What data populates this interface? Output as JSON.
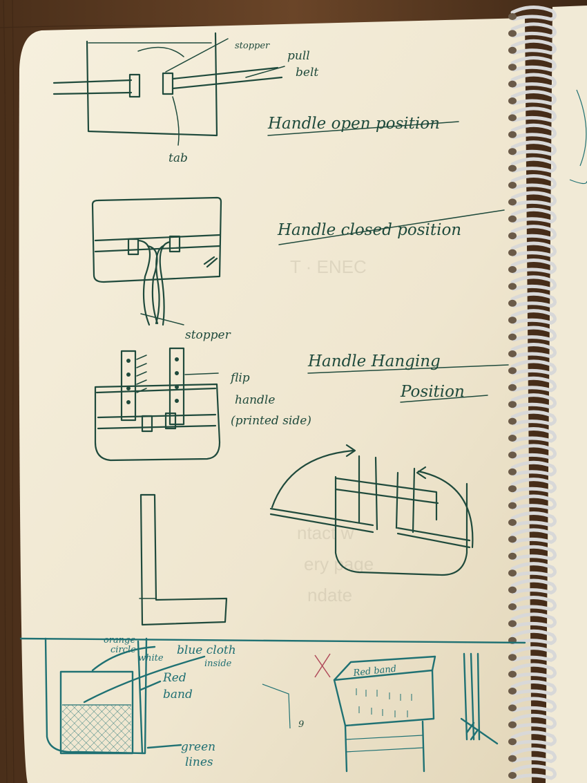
{
  "labels": {
    "stopper_top": "stopper",
    "pull_belt_1": "pull",
    "pull_belt_2": "belt",
    "tab": "tab",
    "handle_open": "Handle open position",
    "handle_closed": "Handle closed position",
    "stopper_mid": "stopper",
    "handle_hanging_1": "Handle Hanging",
    "handle_hanging_2": "Position",
    "flip_handle_1": "flip",
    "flip_handle_2": "handle",
    "flip_handle_3": "(printed side)",
    "orange_1": "orange",
    "orange_2": "circle",
    "orange_3": "white",
    "blue_cloth_1": "blue cloth",
    "blue_cloth_2": "inside",
    "red_band_left_1": "Red",
    "red_band_left_2": "band",
    "green_lines_1": "green",
    "green_lines_2": "lines",
    "red_band_right": "Red band",
    "mark_number": "9"
  },
  "colors": {
    "ink": "#1f4a3c",
    "teal_ink": "#1f7173",
    "paper": "#f3ecd9",
    "wood": "#5a3b22"
  }
}
